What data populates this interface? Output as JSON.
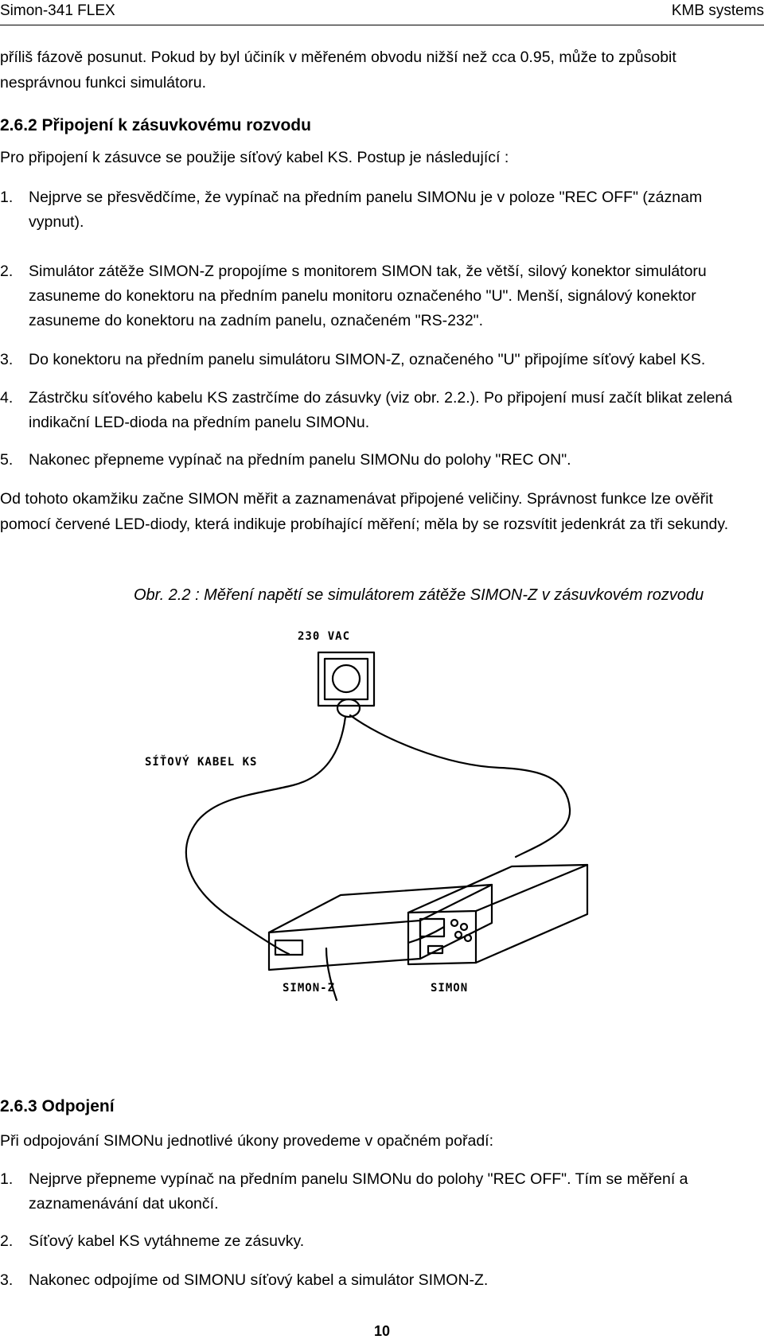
{
  "header": {
    "left": "Simon-341 FLEX",
    "right": "KMB systems"
  },
  "intro": "příliš fázově posunut. Pokud by byl účiník v měřeném obvodu nižší než cca 0.95,  může to způsobit nesprávnou funkci simulátoru.",
  "section_262": {
    "heading": "2.6.2  Připojení k zásuvkovému rozvodu",
    "lead": "Pro připojení k zásuvce se použije síťový kabel KS. Postup je následující :",
    "steps": [
      {
        "num": "1.",
        "text": "Nejprve se přesvědčíme, že vypínač na předním panelu SIMONu je v poloze \"REC OFF\" (záznam vypnut)."
      },
      {
        "num": "2.",
        "text": "Simulátor zátěže SIMON-Z propojíme s monitorem SIMON tak, že větší, silový konektor simulátoru zasuneme do konektoru na předním panelu monitoru označeného \"U\". Menší, signálový konektor zasuneme do konektoru na zadním panelu, označeném \"RS-232\"."
      },
      {
        "num": "3.",
        "text": "Do konektoru na předním panelu simulátoru SIMON-Z, označeného \"U\" připojíme síťový kabel KS."
      },
      {
        "num": "4.",
        "text": "Zástrčku síťového kabelu KS zastrčíme do zásuvky (viz obr. 2.2.). Po připojení musí začít blikat zelená indikační LED-dioda na předním panelu SIMONu."
      },
      {
        "num": "5.",
        "text": "Nakonec přepneme vypínač na předním panelu SIMONu do polohy \"REC ON\"."
      }
    ],
    "after": "Od tohoto okamžiku začne SIMON měřit a zaznamenávat připojené veličiny. Správnost funkce lze ověřit pomocí červené LED-diody, která indikuje probíhající měření; měla by se rozsvítit jedenkrát za tři sekundy."
  },
  "figure": {
    "caption": "Obr. 2.2 : Měření napětí se simulátorem zátěže SIMON-Z v zásuvkovém rozvodu",
    "label_vac": "230 VAC",
    "label_cable": "SÍŤOVÝ KABEL KS",
    "label_simonz": "SIMON-Z",
    "label_simon": "SIMON"
  },
  "section_263": {
    "heading": "2.6.3  Odpojení",
    "lead": "Při odpojování SIMONu jednotlivé úkony provedeme v opačném pořadí:",
    "steps": [
      {
        "num": "1.",
        "text": "Nejprve přepneme vypínač na předním panelu SIMONu do polohy \"REC OFF\". Tím se měření a zaznamenávání dat ukončí."
      },
      {
        "num": "2.",
        "text": "Síťový kabel KS vytáhneme ze zásuvky."
      },
      {
        "num": "3.",
        "text": "Nakonec odpojíme od SIMONU síťový kabel  a simulátor SIMON-Z."
      }
    ]
  },
  "page_number": "10"
}
